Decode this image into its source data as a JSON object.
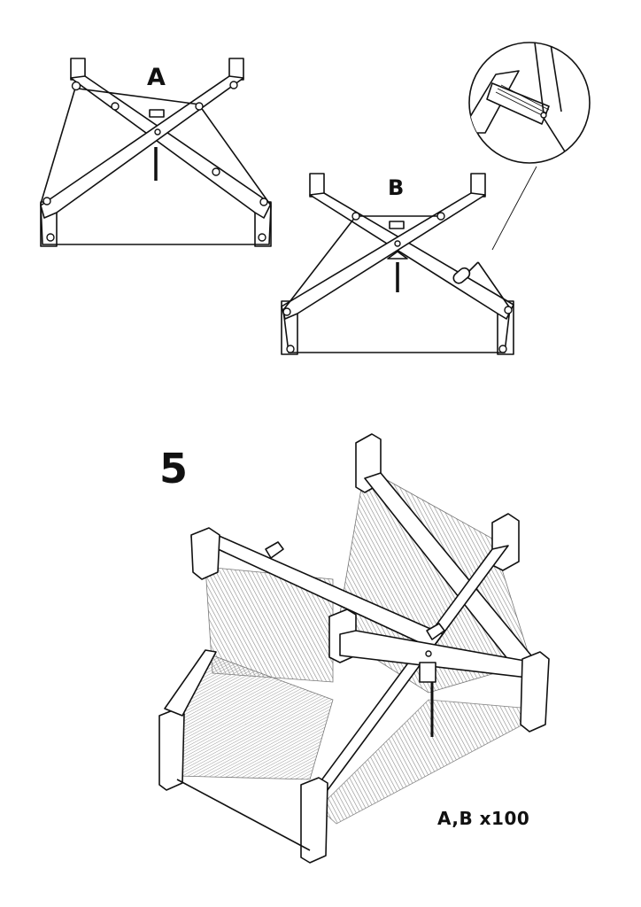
{
  "diagram": {
    "label_a": "A",
    "label_b": "B",
    "step_number": "5",
    "quantity_note": "A,B x100",
    "stroke_color": "#111111",
    "thread_color": "#9a9a9a",
    "wood_color": "#ffffff"
  }
}
